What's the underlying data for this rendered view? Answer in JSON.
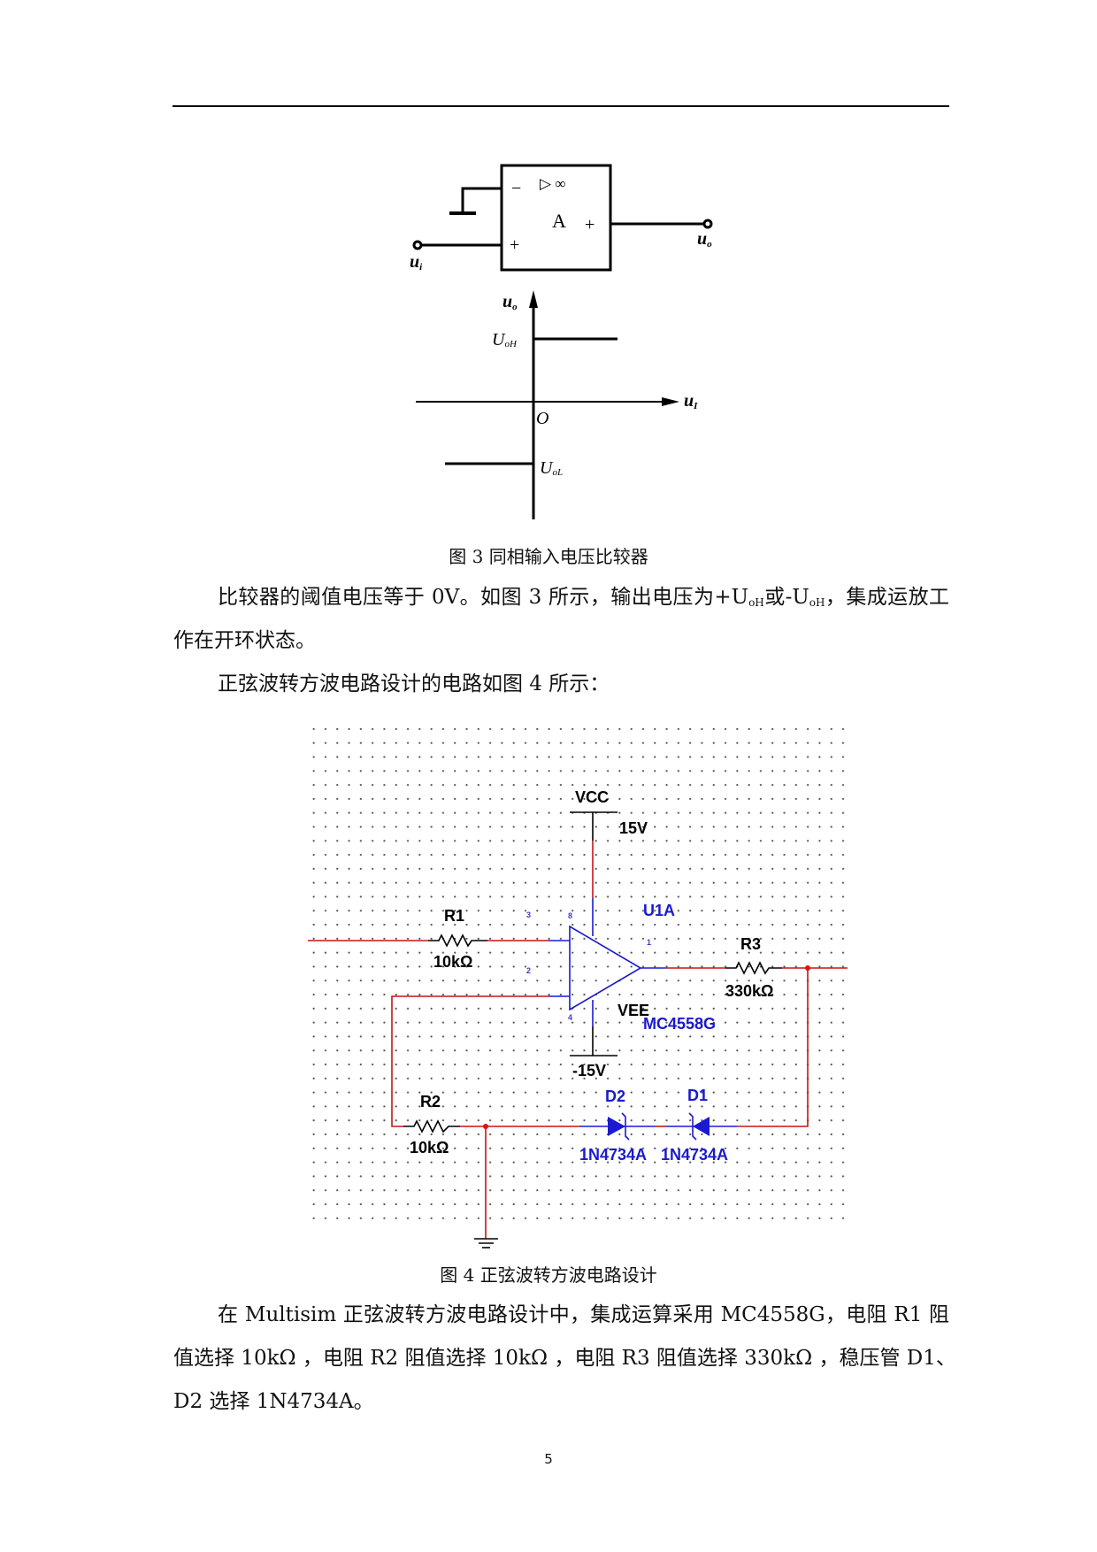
{
  "figure3": {
    "opamp": {
      "minus": "−",
      "plus_in": "+",
      "symbol": "▷ ∞",
      "label": "A",
      "plus_out": "+"
    },
    "input_label": {
      "main": "u",
      "sub": "i"
    },
    "output_label": {
      "main": "u",
      "sub": "o"
    },
    "graph": {
      "y_axis": {
        "main": "u",
        "sub": "o"
      },
      "x_axis": {
        "main": "u",
        "sub": "I"
      },
      "origin": "O",
      "high": {
        "main": "U",
        "sub": "oH"
      },
      "low": {
        "main": "U",
        "sub": "oL"
      }
    },
    "caption": "图 3  同相输入电压比较器"
  },
  "paragraph1": {
    "line1": {
      "a": "比较器的阈值电压等于 0V。如图 3 所示，输出电压为+U",
      "s1": "oH",
      "b": "或-U",
      "s2": "oH",
      "c": "，集成运放工"
    },
    "line2": "作在开环状态。"
  },
  "paragraph2": "正弦波转方波电路设计的电路如图 4 所示：",
  "figure4": {
    "vcc": "VCC",
    "vcc_value": "15V",
    "vee": "VEE",
    "vee_value": "-15V",
    "opamp_ref": "U1A",
    "opamp_model": "MC4558G",
    "pins": {
      "p3": "3",
      "p2": "2",
      "p8": "8",
      "p1": "1",
      "p4": "4"
    },
    "r1": {
      "ref": "R1",
      "value": "10kΩ"
    },
    "r2": {
      "ref": "R2",
      "value": "10kΩ"
    },
    "r3": {
      "ref": "R3",
      "value": "330kΩ"
    },
    "d1": {
      "ref": "D1",
      "model": "1N4734A"
    },
    "d2": {
      "ref": "D2",
      "model": "1N4734A"
    },
    "colors": {
      "wire": "#c81414",
      "component": "#1a1ad0",
      "label": "#000000"
    },
    "caption": "图 4  正弦波转方波电路设计"
  },
  "paragraph3": {
    "line1": "在 Multisim 正弦波转方波电路设计中，集成运算采用 MC4558G，电阻 R1 阻",
    "line2": "值选择 10kΩ ，电阻 R2 阻值选择 10kΩ ，电阻 R3 阻值选择 330kΩ ，稳压管 D1、",
    "line3": "D2 选择 1N4734A。"
  },
  "page_number": "5"
}
